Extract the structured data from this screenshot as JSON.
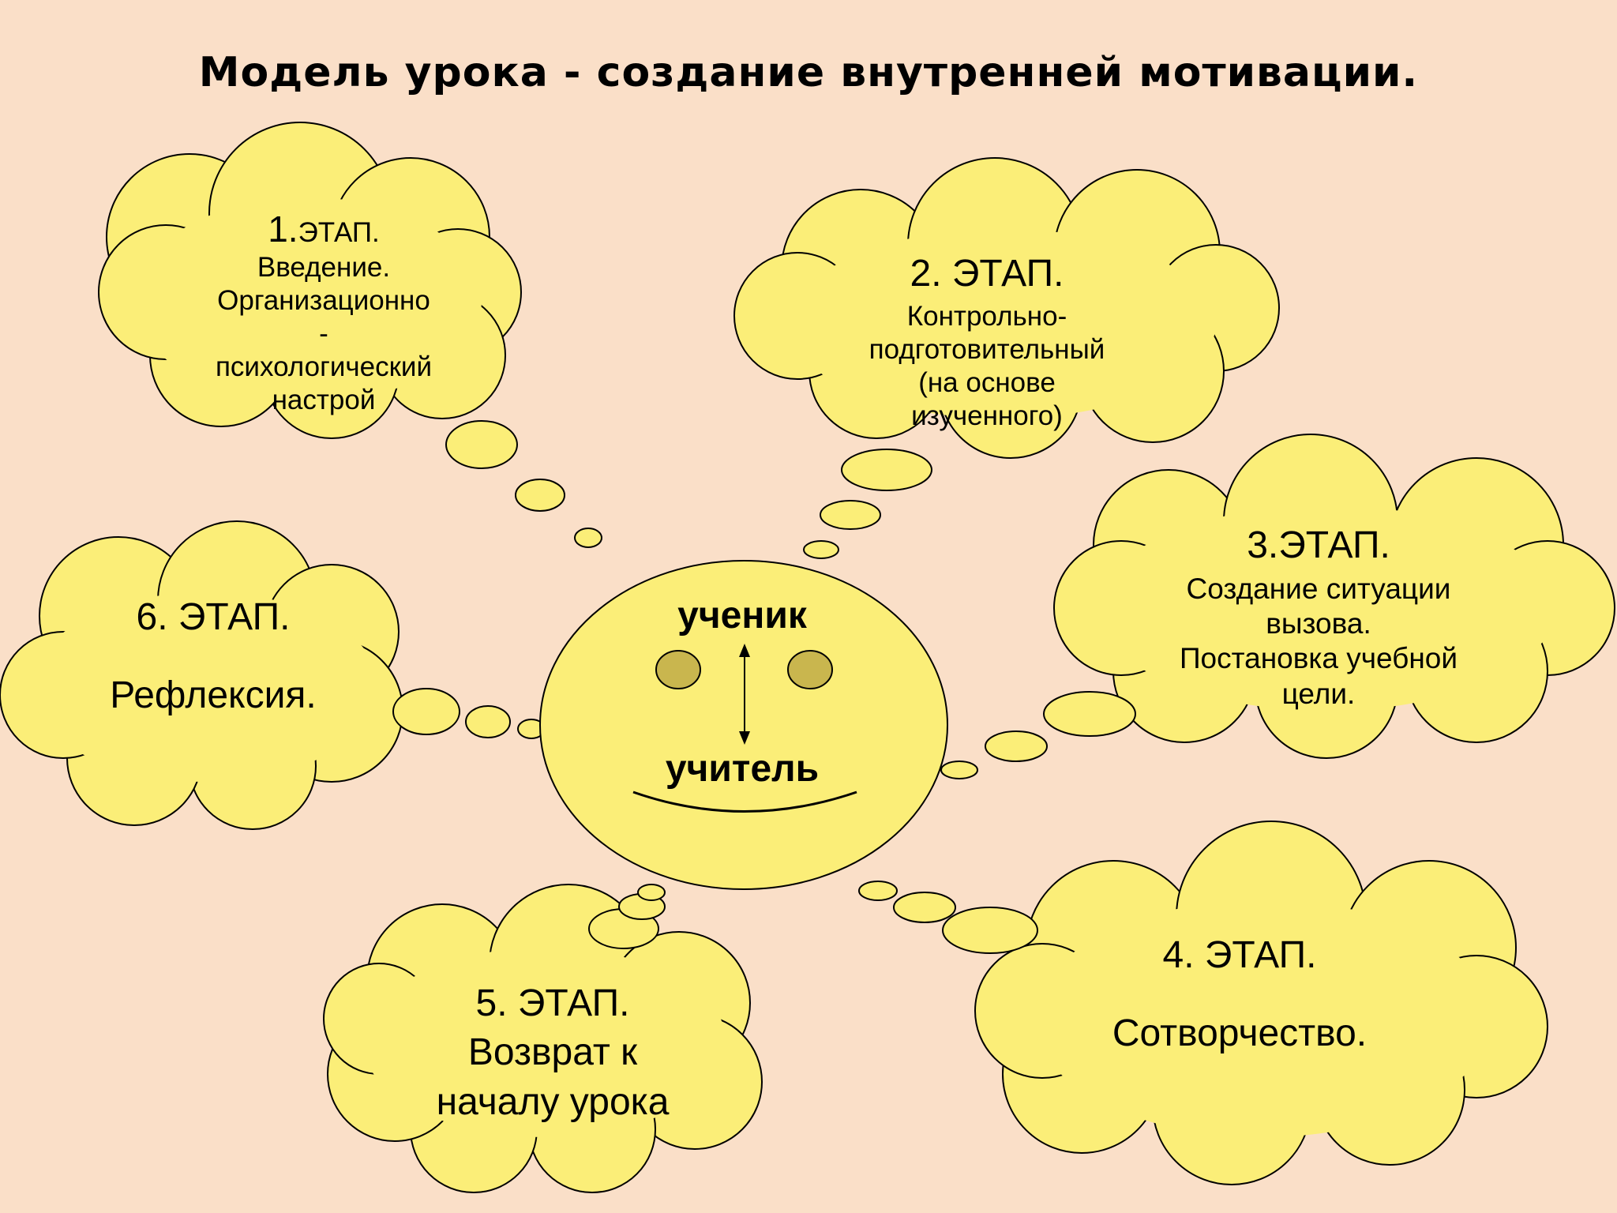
{
  "title": "Модель урока - создание внутренней мотивации.",
  "center": {
    "top_label": "ученик",
    "bottom_label": "учитель"
  },
  "stages": [
    {
      "title_num": "1.",
      "title_word": "ЭТАП.",
      "lines": [
        "Введение.",
        "Организационно",
        "-",
        "психологический",
        "настрой"
      ]
    },
    {
      "title": "2. ЭТАП.",
      "lines": [
        "Контрольно-",
        "подготовительный",
        "(на основе",
        "изученного)"
      ]
    },
    {
      "title": "3.ЭТАП.",
      "lines": [
        "Создание ситуации",
        "вызова.",
        "Постановка учебной",
        "цели."
      ]
    },
    {
      "title": "4. ЭТАП.",
      "lines": [
        "",
        "Сотворчество."
      ]
    },
    {
      "title": "5. ЭТАП.",
      "lines": [
        "Возврат к",
        "началу урока"
      ]
    },
    {
      "title": "6. ЭТАП.",
      "lines": [
        "",
        "Рефлексия."
      ]
    }
  ],
  "colors": {
    "background": "#fadfc8",
    "cloud_fill": "#fbee78",
    "eye_fill": "#c9b64e",
    "outline": "#000000"
  }
}
